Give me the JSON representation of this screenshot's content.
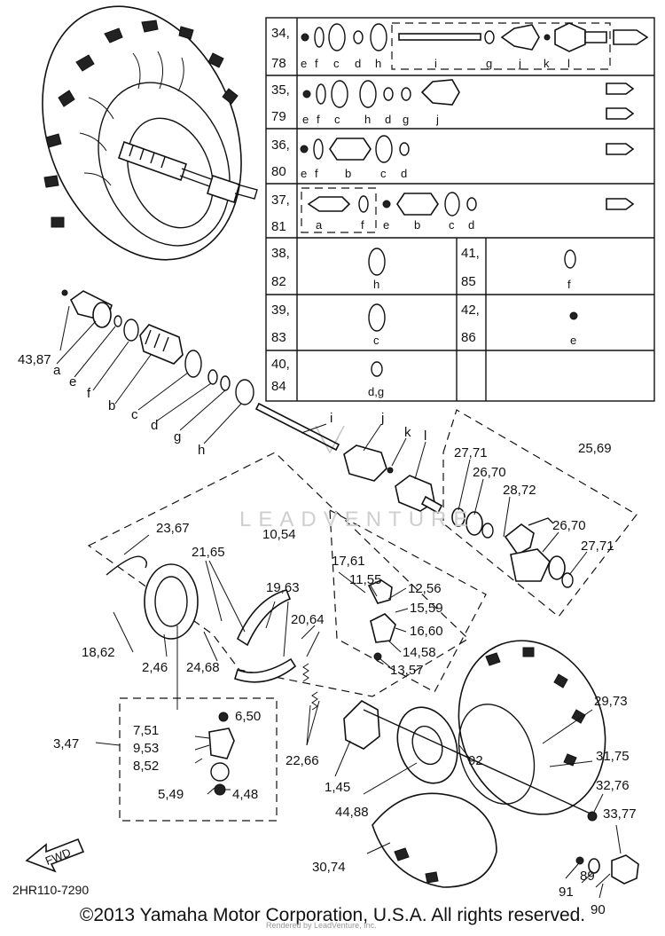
{
  "table": {
    "rows": [
      {
        "num": "34,",
        "num2": "78",
        "letters": [
          "e",
          "f",
          "c",
          "d",
          "h",
          "i",
          "g",
          "j",
          "k",
          "l"
        ]
      },
      {
        "num": "35,",
        "num2": "79",
        "letters": [
          "e",
          "f",
          "c",
          "h",
          "d",
          "g",
          "j"
        ]
      },
      {
        "num": "36,",
        "num2": "80",
        "letters": [
          "e",
          "f",
          "b",
          "c",
          "d"
        ]
      },
      {
        "num": "37,",
        "num2": "81",
        "letters": [
          "a",
          "f",
          "e",
          "b",
          "c",
          "d"
        ]
      }
    ],
    "lower": [
      {
        "num": "38,",
        "num2": "82",
        "letter": "h"
      },
      {
        "num": "41,",
        "num2": "85",
        "letter": "f"
      },
      {
        "num": "39,",
        "num2": "83",
        "letter": "c"
      },
      {
        "num": "42,",
        "num2": "86",
        "letter": "e"
      },
      {
        "num": "40,",
        "num2": "84",
        "letter": "d,g"
      }
    ]
  },
  "callouts": {
    "c4387": "43,87",
    "a": "a",
    "e": "e",
    "f": "f",
    "b": "b",
    "c": "c",
    "d": "d",
    "g": "g",
    "h": "h",
    "i": "i",
    "j": "j",
    "k": "k",
    "l": "l",
    "c2569": "25,69",
    "c2771a": "27,71",
    "c2670a": "26,70",
    "c2872": "28,72",
    "c2670b": "26,70",
    "c2771b": "27,71",
    "c2367": "23,67",
    "c1054": "10,54",
    "c2165": "21,65",
    "c1761": "17,61",
    "c1155": "11,55",
    "c1256": "12,56",
    "c1559": "15,59",
    "c1963": "19,63",
    "c2064": "20,64",
    "c1660": "16,60",
    "c1458": "14,58",
    "c1357": "13,57",
    "c1862": "18,62",
    "c246": "2,46",
    "c2468": "24,68",
    "c650": "6,50",
    "c751": "7,51",
    "c953": "9,53",
    "c347": "3,47",
    "c852": "8,52",
    "c549": "5,49",
    "c448": "4,48",
    "c2266": "22,66",
    "c145": "1,45",
    "c4488": "44,88",
    "c92": "92",
    "c2973": "29,73",
    "c3175": "31,75",
    "c3276": "32,76",
    "c3377": "33,77",
    "c3074": "30,74",
    "c91": "91",
    "c89": "89",
    "c90": "90"
  },
  "fwd": "FWD",
  "diagram_code": "2HR110-7290",
  "watermark": "LEADVENTURE",
  "rendered_by": "Rendered by LeadVenture, Inc.",
  "copyright": "©2013 Yamaha Motor Corporation, U.S.A. All rights reserved."
}
